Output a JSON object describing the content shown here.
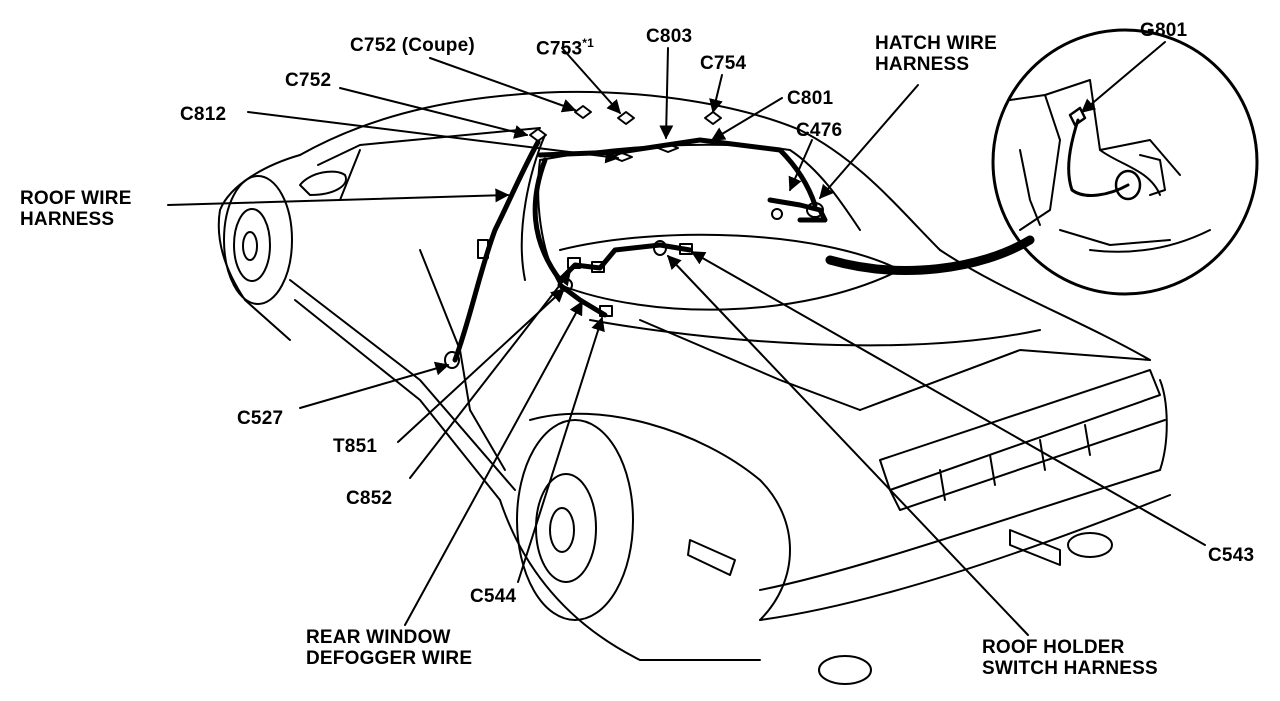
{
  "diagram": {
    "labels": {
      "c752_coupe": "C752 (Coupe)",
      "c753": "C753",
      "c753_note": "*1",
      "c803": "C803",
      "hatch_wire_harness_l1": "HATCH WIRE",
      "hatch_wire_harness_l2": "HARNESS",
      "g801": "G801",
      "c752": "C752",
      "c754": "C754",
      "c812": "C812",
      "c801": "C801",
      "c476": "C476",
      "roof_wire_harness_l1": "ROOF WIRE",
      "roof_wire_harness_l2": "HARNESS",
      "c527": "C527",
      "t851": "T851",
      "c852": "C852",
      "c544": "C544",
      "c543": "C543",
      "rear_window_defogger_wire_l1": "REAR WINDOW",
      "rear_window_defogger_wire_l2": "DEFOGGER WIRE",
      "roof_holder_switch_harness_l1": "ROOF HOLDER",
      "roof_holder_switch_harness_l2": "SWITCH HARNESS"
    },
    "colors": {
      "ink": "#000000",
      "paper": "#ffffff"
    }
  }
}
